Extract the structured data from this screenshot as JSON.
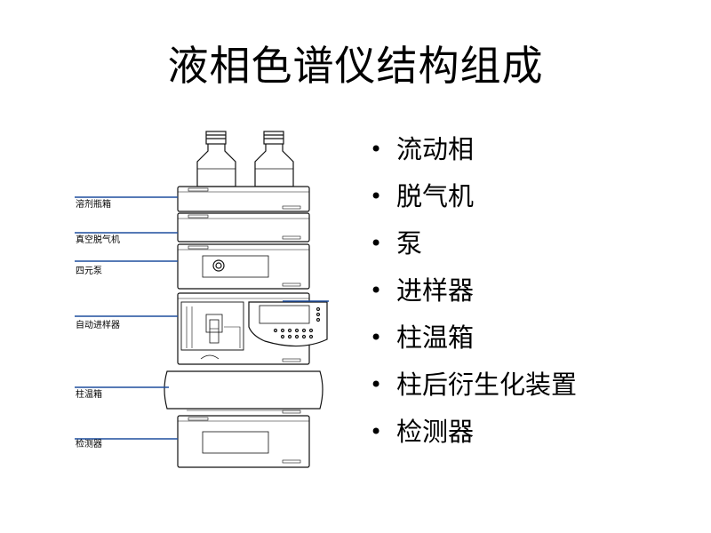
{
  "title": "液相色谱仪结构组成",
  "callouts": [
    "溶剂瓶箱",
    "真空脱气机",
    "四元泵",
    "自动进样器",
    "柱温箱",
    "检测器"
  ],
  "components": [
    "流动相",
    "脱气机",
    "泵",
    "进样器",
    "柱温箱",
    "柱后衍生化装置",
    "检测器"
  ]
}
